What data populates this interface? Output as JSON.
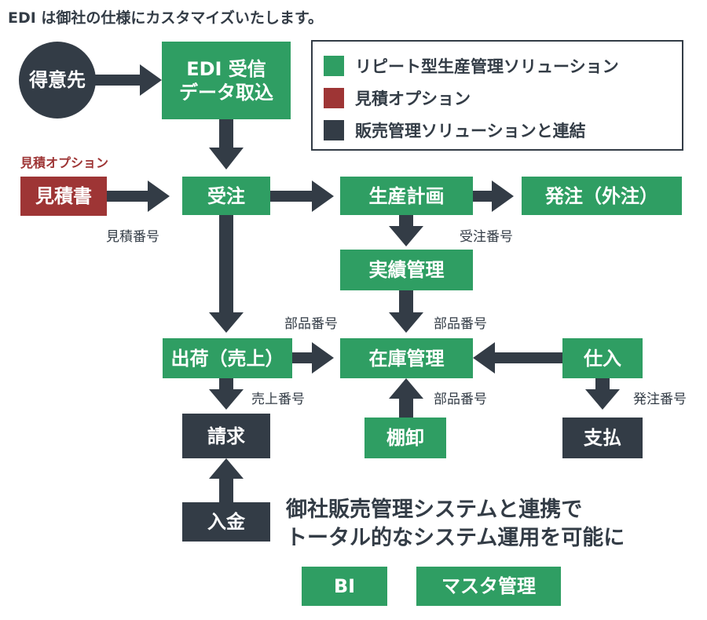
{
  "header": "EDI は御社の仕様にカスタマイズいたします。",
  "legend": {
    "items": [
      {
        "label": "リピート型生産管理ソリューション",
        "color": "#2f9e63"
      },
      {
        "label": "見積オプション",
        "color": "#9e3535"
      },
      {
        "label": "販売管理ソリューションと連結",
        "color": "#333c46"
      }
    ]
  },
  "nodes": {
    "customer": "得意先",
    "edi_receive_line1": "EDI 受信",
    "edi_receive_line2": "データ取込",
    "estimate_option_label": "見積オプション",
    "estimate_doc": "見積書",
    "order_received": "受注",
    "production_plan": "生産計画",
    "outsource_order": "発注（外注）",
    "actual_results": "実績管理",
    "shipment": "出荷（売上）",
    "inventory": "在庫管理",
    "purchase": "仕入",
    "invoice": "請求",
    "stocktaking": "棚卸",
    "payment": "支払",
    "deposit": "入金",
    "bi": "BI",
    "master": "マスタ管理"
  },
  "edge_labels": {
    "estimate_no": "見積番号",
    "order_no": "受注番号",
    "part_no_1": "部品番号",
    "part_no_2": "部品番号",
    "part_no_3": "部品番号",
    "sales_no": "売上番号",
    "purchase_order_no": "発注番号"
  },
  "tagline": {
    "line1": "御社販売管理システムと連携で",
    "line2": "トータル的なシステム運用を可能に"
  },
  "colors": {
    "green": "#2f9e63",
    "dark": "#333c46",
    "red": "#9e3535"
  }
}
